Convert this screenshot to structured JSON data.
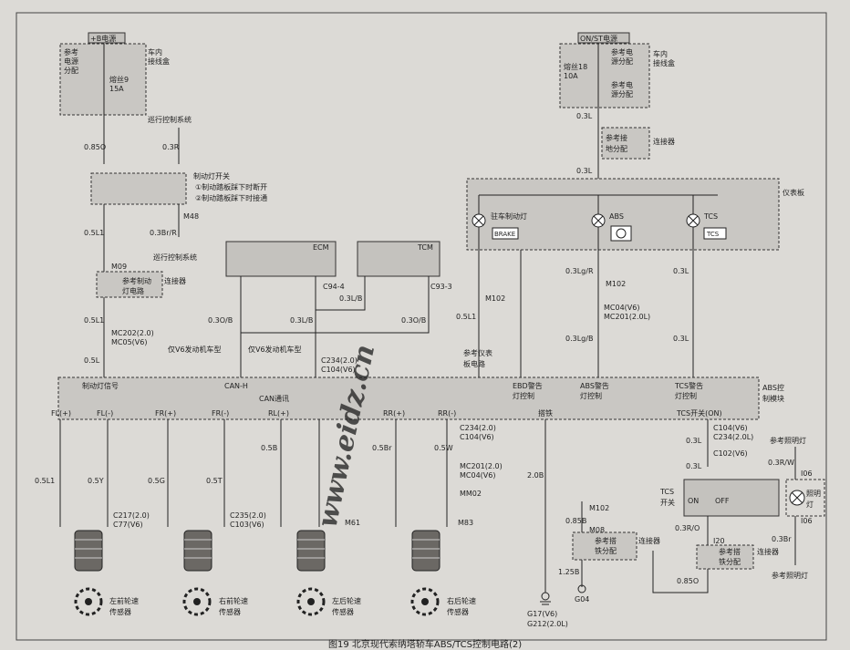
{
  "power": {
    "b_power": "+B电源",
    "on_st_power": "ON/ST电源"
  },
  "fuse_left": {
    "line1": "参考",
    "line2": "电源",
    "line3": "分配",
    "fuse": "熔丝9",
    "value": "15A",
    "box": "车内",
    "box2": "接线盒"
  },
  "fuse_right": {
    "fuse": "熔丝18",
    "value": "10A",
    "ref1": "参考电",
    "ref2": "源分配",
    "ref3": "参考电",
    "ref4": "源分配",
    "box": "车内",
    "box2": "接线盒"
  },
  "connector_right": {
    "ref": "参考接",
    "ref2": "地分配",
    "label": "连接器"
  },
  "cruise": {
    "label": "巡行控制系统"
  },
  "brake_switch": {
    "title": "制动灯开关",
    "note1": "①制动踏板踩下时断开",
    "note2": "②制动踏板踩下时接通",
    "cruise_system": "巡行控制系统"
  },
  "connector_m09": {
    "ref": "参考制动",
    "ref2": "灯电路",
    "label": "连接器"
  },
  "ecm": {
    "label": "ECM"
  },
  "tcm": {
    "label": "TCM"
  },
  "v6_engine": {
    "a": "仅V6发动机车型",
    "b": "仅V6发动机车型"
  },
  "instrument": {
    "title": "仪表板",
    "park": "驻车制动灯",
    "park_badge": "BRAKE",
    "abs": "ABS",
    "tcs": "TCS",
    "tcs_badge": "TCS"
  },
  "ref_instrument": {
    "a": "参考仪表",
    "b": "板电路"
  },
  "abs_module": {
    "title": "ABS控",
    "title2": "制模块",
    "brake_signal": "制动灯信号",
    "can_h": "CAN-H",
    "can_comm": "CAN通讯",
    "ebd": "EBD警告",
    "ebd2": "灯控制",
    "abs_warn": "ABS警告",
    "abs_warn2": "灯控制",
    "tcs_warn": "TCS警告",
    "tcs_warn2": "灯控制",
    "fl_plus": "FL(+)",
    "fl_minus": "FL(-)",
    "fr_plus": "FR(+)",
    "fr_minus": "FR(-)",
    "rl_plus": "RL(+)",
    "rr_plus": "RR(+)",
    "rr_minus": "RR(-)",
    "ground": "搭铁",
    "tcs_switch": "TCS开关(ON)"
  },
  "sensors": {
    "fl": "左前轮速",
    "fr": "右前轮速",
    "rl": "左后轮速",
    "rr": "右后轮速",
    "suffix": "传感器"
  },
  "connectors": {
    "c217": "C217(2.0)",
    "c77": "C77(V6)",
    "c235": "C235(2.0)",
    "c103": "C103(V6)",
    "m61": "M61",
    "m83": "M83",
    "c234": "C234(2.0)",
    "c104": "C104(V6)",
    "mc201": "MC201(2.0)",
    "mc04": "MC04(V6)",
    "mm02": "MM02",
    "mc202": "MC202(2.0)",
    "mc05": "MC05(V6)",
    "c94": "C94-4",
    "c93": "C93-3",
    "m102": "M102",
    "m48": "M48",
    "m09": "M09",
    "mc04v6": "MC04(V6)",
    "mc201l": "MC201(2.0L)",
    "c104b": "C104(V6)",
    "c234b": "C234(2.0L)",
    "c102": "C102(V6)",
    "i06": "I06",
    "i20": "I20",
    "m08": "M08",
    "g17": "G17(V6)",
    "g212": "G212(2.0L)",
    "g04": "G04",
    "c234v": "C234(2.0)",
    "c104v": "C104(V6)",
    "m102b": "M102"
  },
  "wires": {
    "w0_85o": "0.85O",
    "w0_3r": "0.3R",
    "w0_5l1": "0.5L1",
    "w0_3brr": "0.3Br/R",
    "w0_3ob": "0.3O/B",
    "w0_3lb": "0.3L/B",
    "w0_3l": "0.3L",
    "w0_3lgr": "0.3Lg/R",
    "w0_3lgb": "0.3Lg/B",
    "w0_5l": "0.5L",
    "w0_5y": "0.5Y",
    "w0_5g": "0.5G",
    "w0_5t": "0.5T",
    "w0_5b": "0.5B",
    "w0_5br": "0.5Br",
    "w0_5w": "0.5W",
    "w2_0b": "2.0B",
    "w0_85b": "0.85B",
    "w1_25b": "1.25B",
    "w0_3rw": "0.3R/W",
    "w0_3ro": "0.3R/O",
    "w0_3br": "0.3Br",
    "w0_85o2": "0.85O",
    "w0_3lgb2": "0.3Lg/B",
    "w0_3ro2": "0.3R/O",
    "w0_3rp": "0.3R"
  },
  "tcs_switch": {
    "label": "TCS",
    "label2": "开关",
    "on": "ON",
    "off": "OFF"
  },
  "lighting": {
    "ref_top": "参考照明灯",
    "lamp": "照明",
    "lamp2": "灯",
    "ref_bottom": "参考照明灯"
  },
  "gnd_dist": {
    "ref": "参考搭",
    "ref2": "铁分配",
    "label": "连接器",
    "ref3": "参考搭",
    "ref4": "铁分配",
    "label2": "连接器"
  },
  "watermark": "www.eidz.cn",
  "caption": "图19 北京现代索纳塔轿车ABS/TCS控制电路(2)"
}
